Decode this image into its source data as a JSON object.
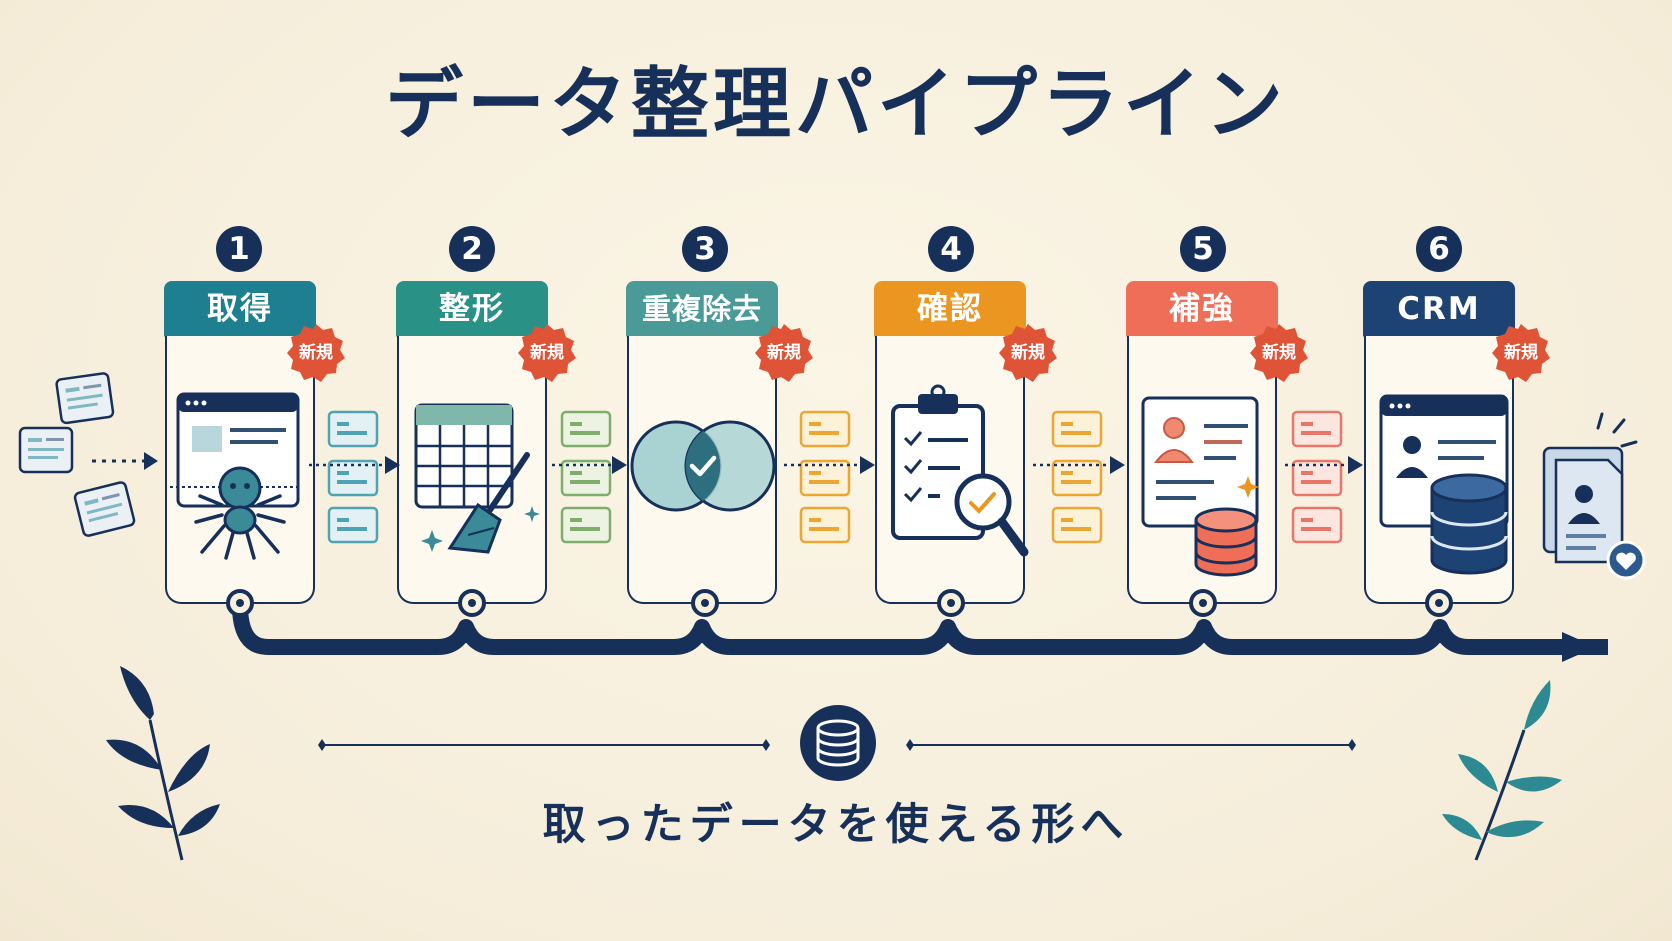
{
  "title": "データ整理パイプライン",
  "subtitle": "取ったデータを使える形へ",
  "badge_text": "新規",
  "colors": {
    "navy": "#17305a",
    "teal": "#1d7f8f",
    "teal_green": "#2a9186",
    "sea": "#4a9a97",
    "orange": "#eb9621",
    "coral": "#ef6e58",
    "crm_navy": "#1d4374",
    "badge_red": "#df5337"
  },
  "steps": [
    {
      "number": "1",
      "label": "取得",
      "icon": "web-spider-icon"
    },
    {
      "number": "2",
      "label": "整形",
      "icon": "table-broom-icon"
    },
    {
      "number": "3",
      "label": "重複除去",
      "icon": "venn-check-icon"
    },
    {
      "number": "4",
      "label": "確認",
      "icon": "clipboard-magnifier-icon"
    },
    {
      "number": "5",
      "label": "補強",
      "icon": "profile-database-icon"
    },
    {
      "number": "6",
      "label": "CRM",
      "icon": "crm-database-icon"
    }
  ]
}
